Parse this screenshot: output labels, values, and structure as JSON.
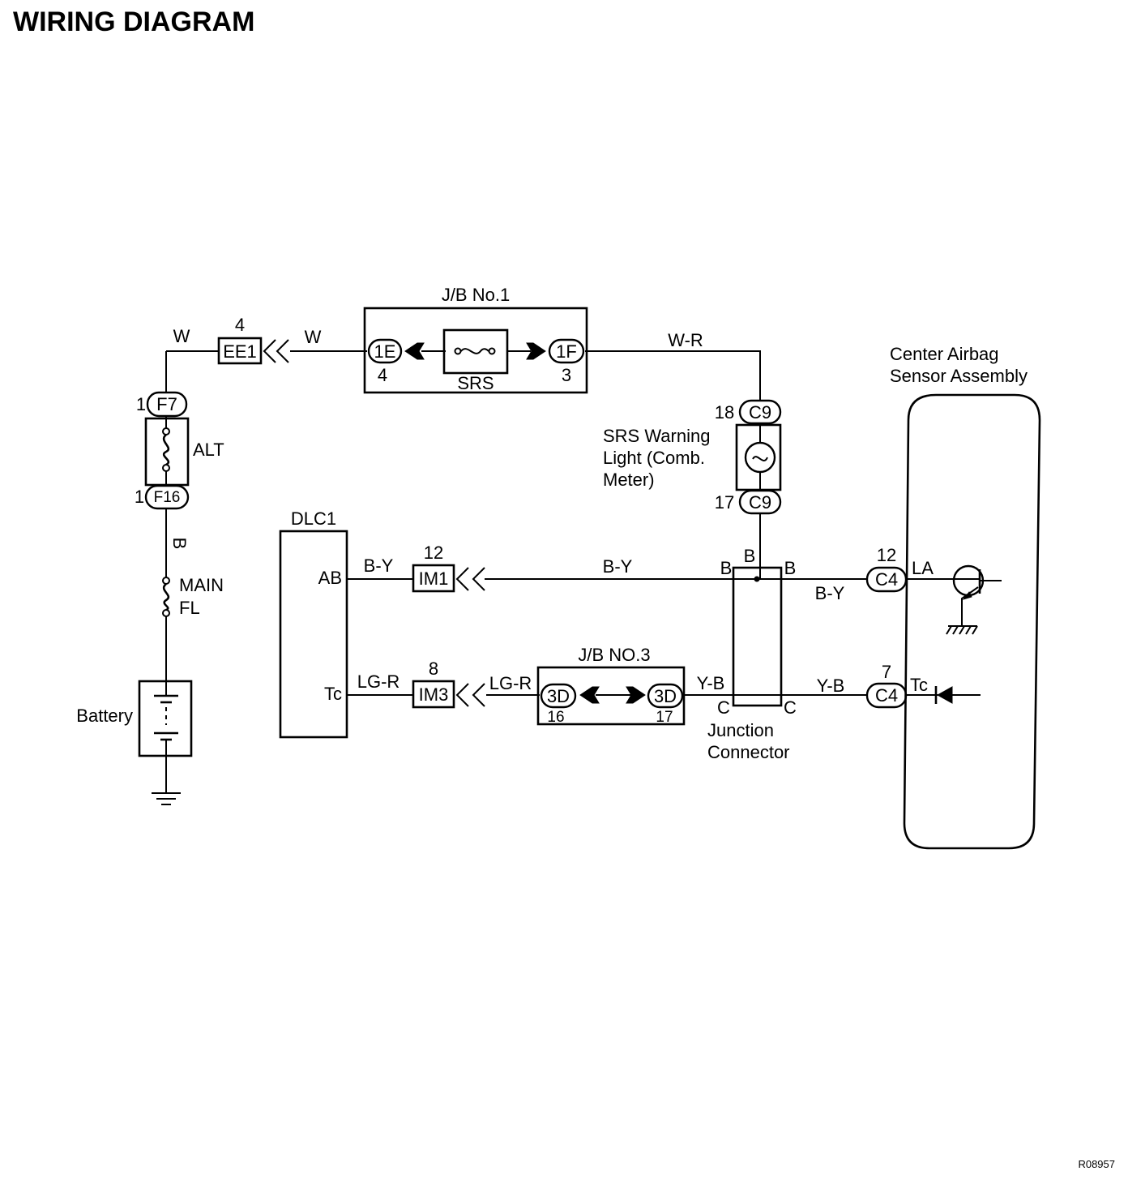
{
  "title": "WIRING DIAGRAM",
  "code": "R08957",
  "components": {
    "jb1": "J/B No.1",
    "jb3": "J/B NO.3",
    "srs_fuse": "SRS",
    "alt_fuse": "ALT",
    "main_fl": [
      "MAIN",
      "FL"
    ],
    "battery": "Battery",
    "dlc1": "DLC1",
    "warning_light": [
      "SRS Warning",
      "Light (Comb.",
      "Meter)"
    ],
    "junction": [
      "Junction",
      "Connector"
    ],
    "sensor": [
      "Center Airbag",
      "Sensor Assembly"
    ]
  },
  "connectors": {
    "ee1": {
      "code": "EE1",
      "pin": "4"
    },
    "f7": {
      "code": "F7",
      "pin": "1"
    },
    "f16": {
      "code": "F16",
      "pin": "1"
    },
    "jb1_in": {
      "code": "1E",
      "pin": "4"
    },
    "jb1_out": {
      "code": "1F",
      "pin": "3"
    },
    "c9_top": {
      "code": "C9",
      "pin": "18"
    },
    "c9_bot": {
      "code": "C9",
      "pin": "17"
    },
    "im1": {
      "code": "IM1",
      "pin": "12"
    },
    "im3": {
      "code": "IM3",
      "pin": "8"
    },
    "jb3_in": {
      "code": "3D",
      "pin": "16"
    },
    "jb3_out": {
      "code": "3D",
      "pin": "17"
    },
    "c4_la": {
      "code": "C4",
      "pin": "12"
    },
    "c4_tc": {
      "code": "C4",
      "pin": "7"
    }
  },
  "terminals": {
    "dlc_ab": "AB",
    "dlc_tc": "Tc",
    "jc_b": "B",
    "jc_c": "C",
    "sensor_la": "LA",
    "sensor_tc": "Tc"
  },
  "wires": {
    "w": "W",
    "wr": "W-R",
    "b": "B",
    "by": "B-Y",
    "lgr": "LG-R",
    "yb": "Y-B"
  }
}
